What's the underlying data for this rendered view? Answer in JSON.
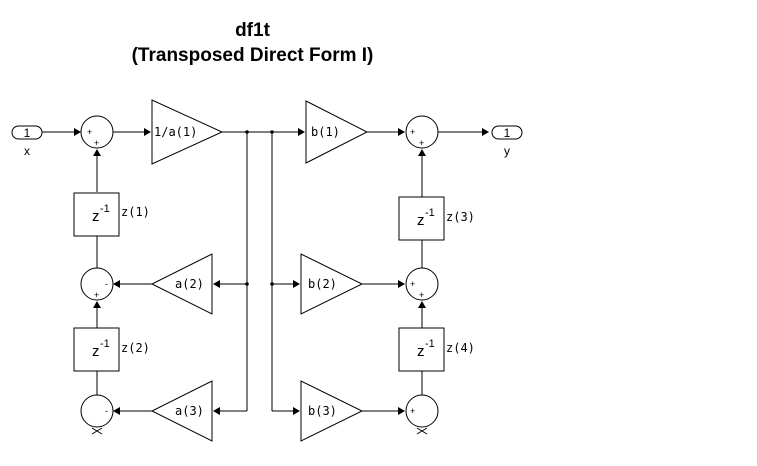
{
  "title": {
    "line1": "df1t",
    "line2": "(Transposed Direct Form I)"
  },
  "ports": {
    "in": {
      "number": "1",
      "label": "x"
    },
    "out": {
      "number": "1",
      "label": "y"
    }
  },
  "gains": {
    "inv_a1": "1/a(1)",
    "a2": "a(2)",
    "a3": "a(3)",
    "b1": "b(1)",
    "b2": "b(2)",
    "b3": "b(3)"
  },
  "delays": {
    "symbol": "z",
    "exponent": "-1",
    "z1": "z(1)",
    "z2": "z(2)",
    "z3": "z(3)",
    "z4": "z(4)"
  },
  "signs": {
    "plus": "+",
    "minus": "-"
  }
}
